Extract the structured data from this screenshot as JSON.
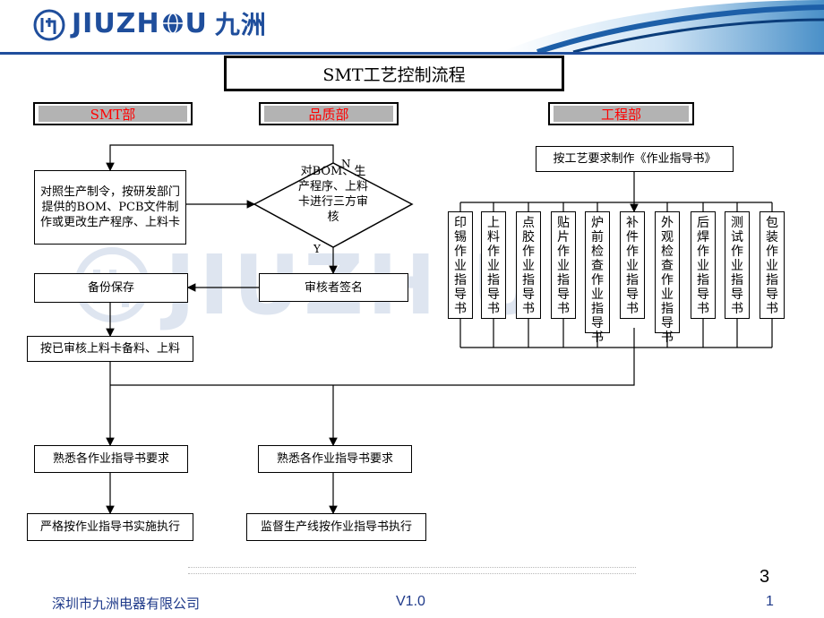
{
  "header": {
    "logo_text": "JIUZH",
    "logo_text2": "U",
    "logo_cn": "九洲"
  },
  "title": "SMT工艺控制流程",
  "departments": [
    "SMT部",
    "品质部",
    "工程部"
  ],
  "smt_steps": {
    "step1": "对照生产制令，按研发部门提供的BOM、PCB文件制作或更改生产程序、上料卡",
    "backup": "备份保存",
    "prepare": "按已审核上料卡备料、上料",
    "familiar": "熟悉各作业指导书要求",
    "execute": "严格按作业指导书实施执行"
  },
  "quality_steps": {
    "review": "对BOM、生产程序、上料卡进行三方审核",
    "yes_label": "Y",
    "no_label": "N",
    "sign": "审核者签名",
    "familiar": "熟悉各作业指导书要求",
    "supervise": "监督生产线按作业指导书执行"
  },
  "engineering": {
    "make_docs": "按工艺要求制作《作业指导书》",
    "instructions": [
      "印锡作业指导书",
      "上料作业指导书",
      "点胶作业指导书",
      "贴片作业指导书",
      "炉前检查作业指导书",
      "补件作业指导书",
      "外观检查作业指导书",
      "后焊作业指导书",
      "测试作业指导书",
      "包装作业指导书"
    ]
  },
  "watermark": "JIUZH U",
  "footer": {
    "company": "深圳市九洲电器有限公司",
    "version": "V1.0",
    "page_number": "3",
    "page_index": "1"
  },
  "colors": {
    "brand_blue": "#1f4e9c",
    "dept_text": "#ff0000",
    "dept_fill": "#b3b3b3",
    "footer_text": "#1f3a8a"
  }
}
